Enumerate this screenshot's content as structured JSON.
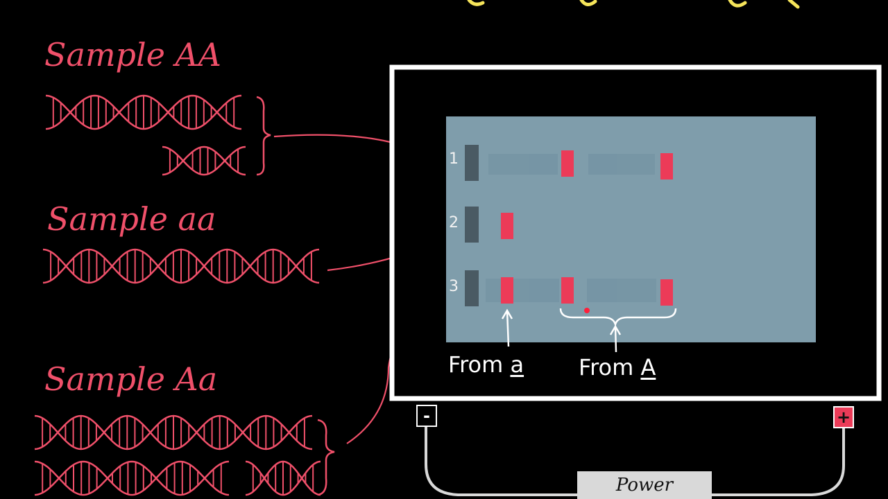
{
  "samples": [
    {
      "label": "Sample AA"
    },
    {
      "label": "Sample aa"
    },
    {
      "label": "Sample Aa"
    }
  ],
  "lanes": [
    "1",
    "2",
    "3"
  ],
  "captions": {
    "from_a_prefix": "From ",
    "from_a_allele": "a",
    "from_A_prefix": "From ",
    "from_A_allele": "A"
  },
  "terminals": {
    "negative": "-",
    "positive": "+"
  },
  "power_label": "Power",
  "colors": {
    "background": "#000000",
    "dna": "#f0506a",
    "band": "#ec3b58",
    "gel": "#7f9dab",
    "well": "#4a5a63",
    "frame": "#ffffff",
    "text": "#ffffff"
  },
  "icons": {
    "dna": "double-helix-icon",
    "arrow": "arrow-icon",
    "brace": "curly-brace-icon"
  }
}
